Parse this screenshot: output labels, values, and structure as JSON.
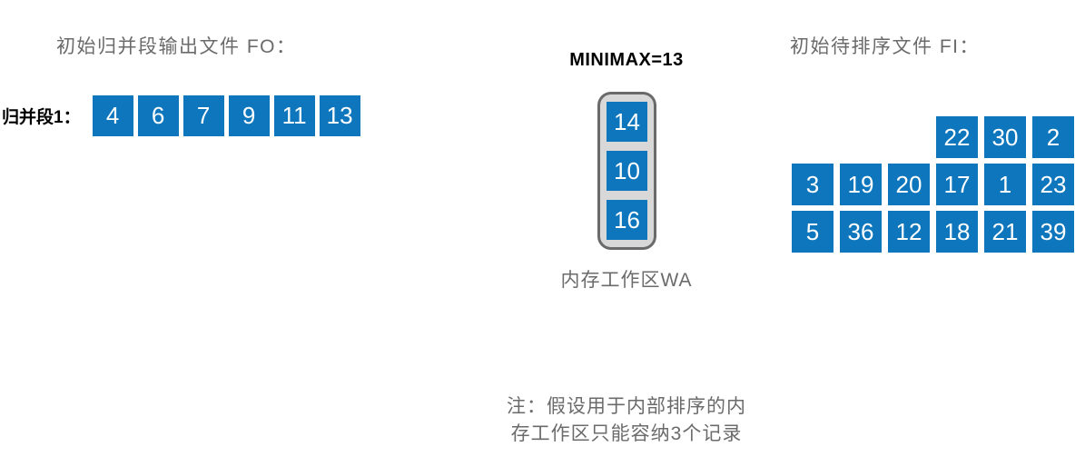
{
  "theme": {
    "bg": "#FFFFFF",
    "blue": "#0E76BC",
    "cell-text": "#FFFFFF",
    "gray-text": "#6B6B6B",
    "black-text": "#000000",
    "wa-fill": "#D8D8D8",
    "wa-border": "#6A6A6A"
  },
  "fo": {
    "title": "初始归并段输出文件 FO：",
    "segment_label": "归并段1：",
    "values": [
      "4",
      "6",
      "7",
      "9",
      "11",
      "13"
    ]
  },
  "wa": {
    "minimax_label": "MINIMAX=13",
    "values": [
      "14",
      "10",
      "16"
    ],
    "caption": "内存工作区WA"
  },
  "fi": {
    "title": "初始待排序文件 FI：",
    "rows": [
      [
        null,
        null,
        null,
        "22",
        "30",
        "2"
      ],
      [
        "3",
        "19",
        "20",
        "17",
        "1",
        "23"
      ],
      [
        "5",
        "36",
        "12",
        "18",
        "21",
        "39"
      ]
    ]
  },
  "note": {
    "line1": "注：假设用于内部排序的内",
    "line2": "存工作区只能容纳3个记录"
  }
}
